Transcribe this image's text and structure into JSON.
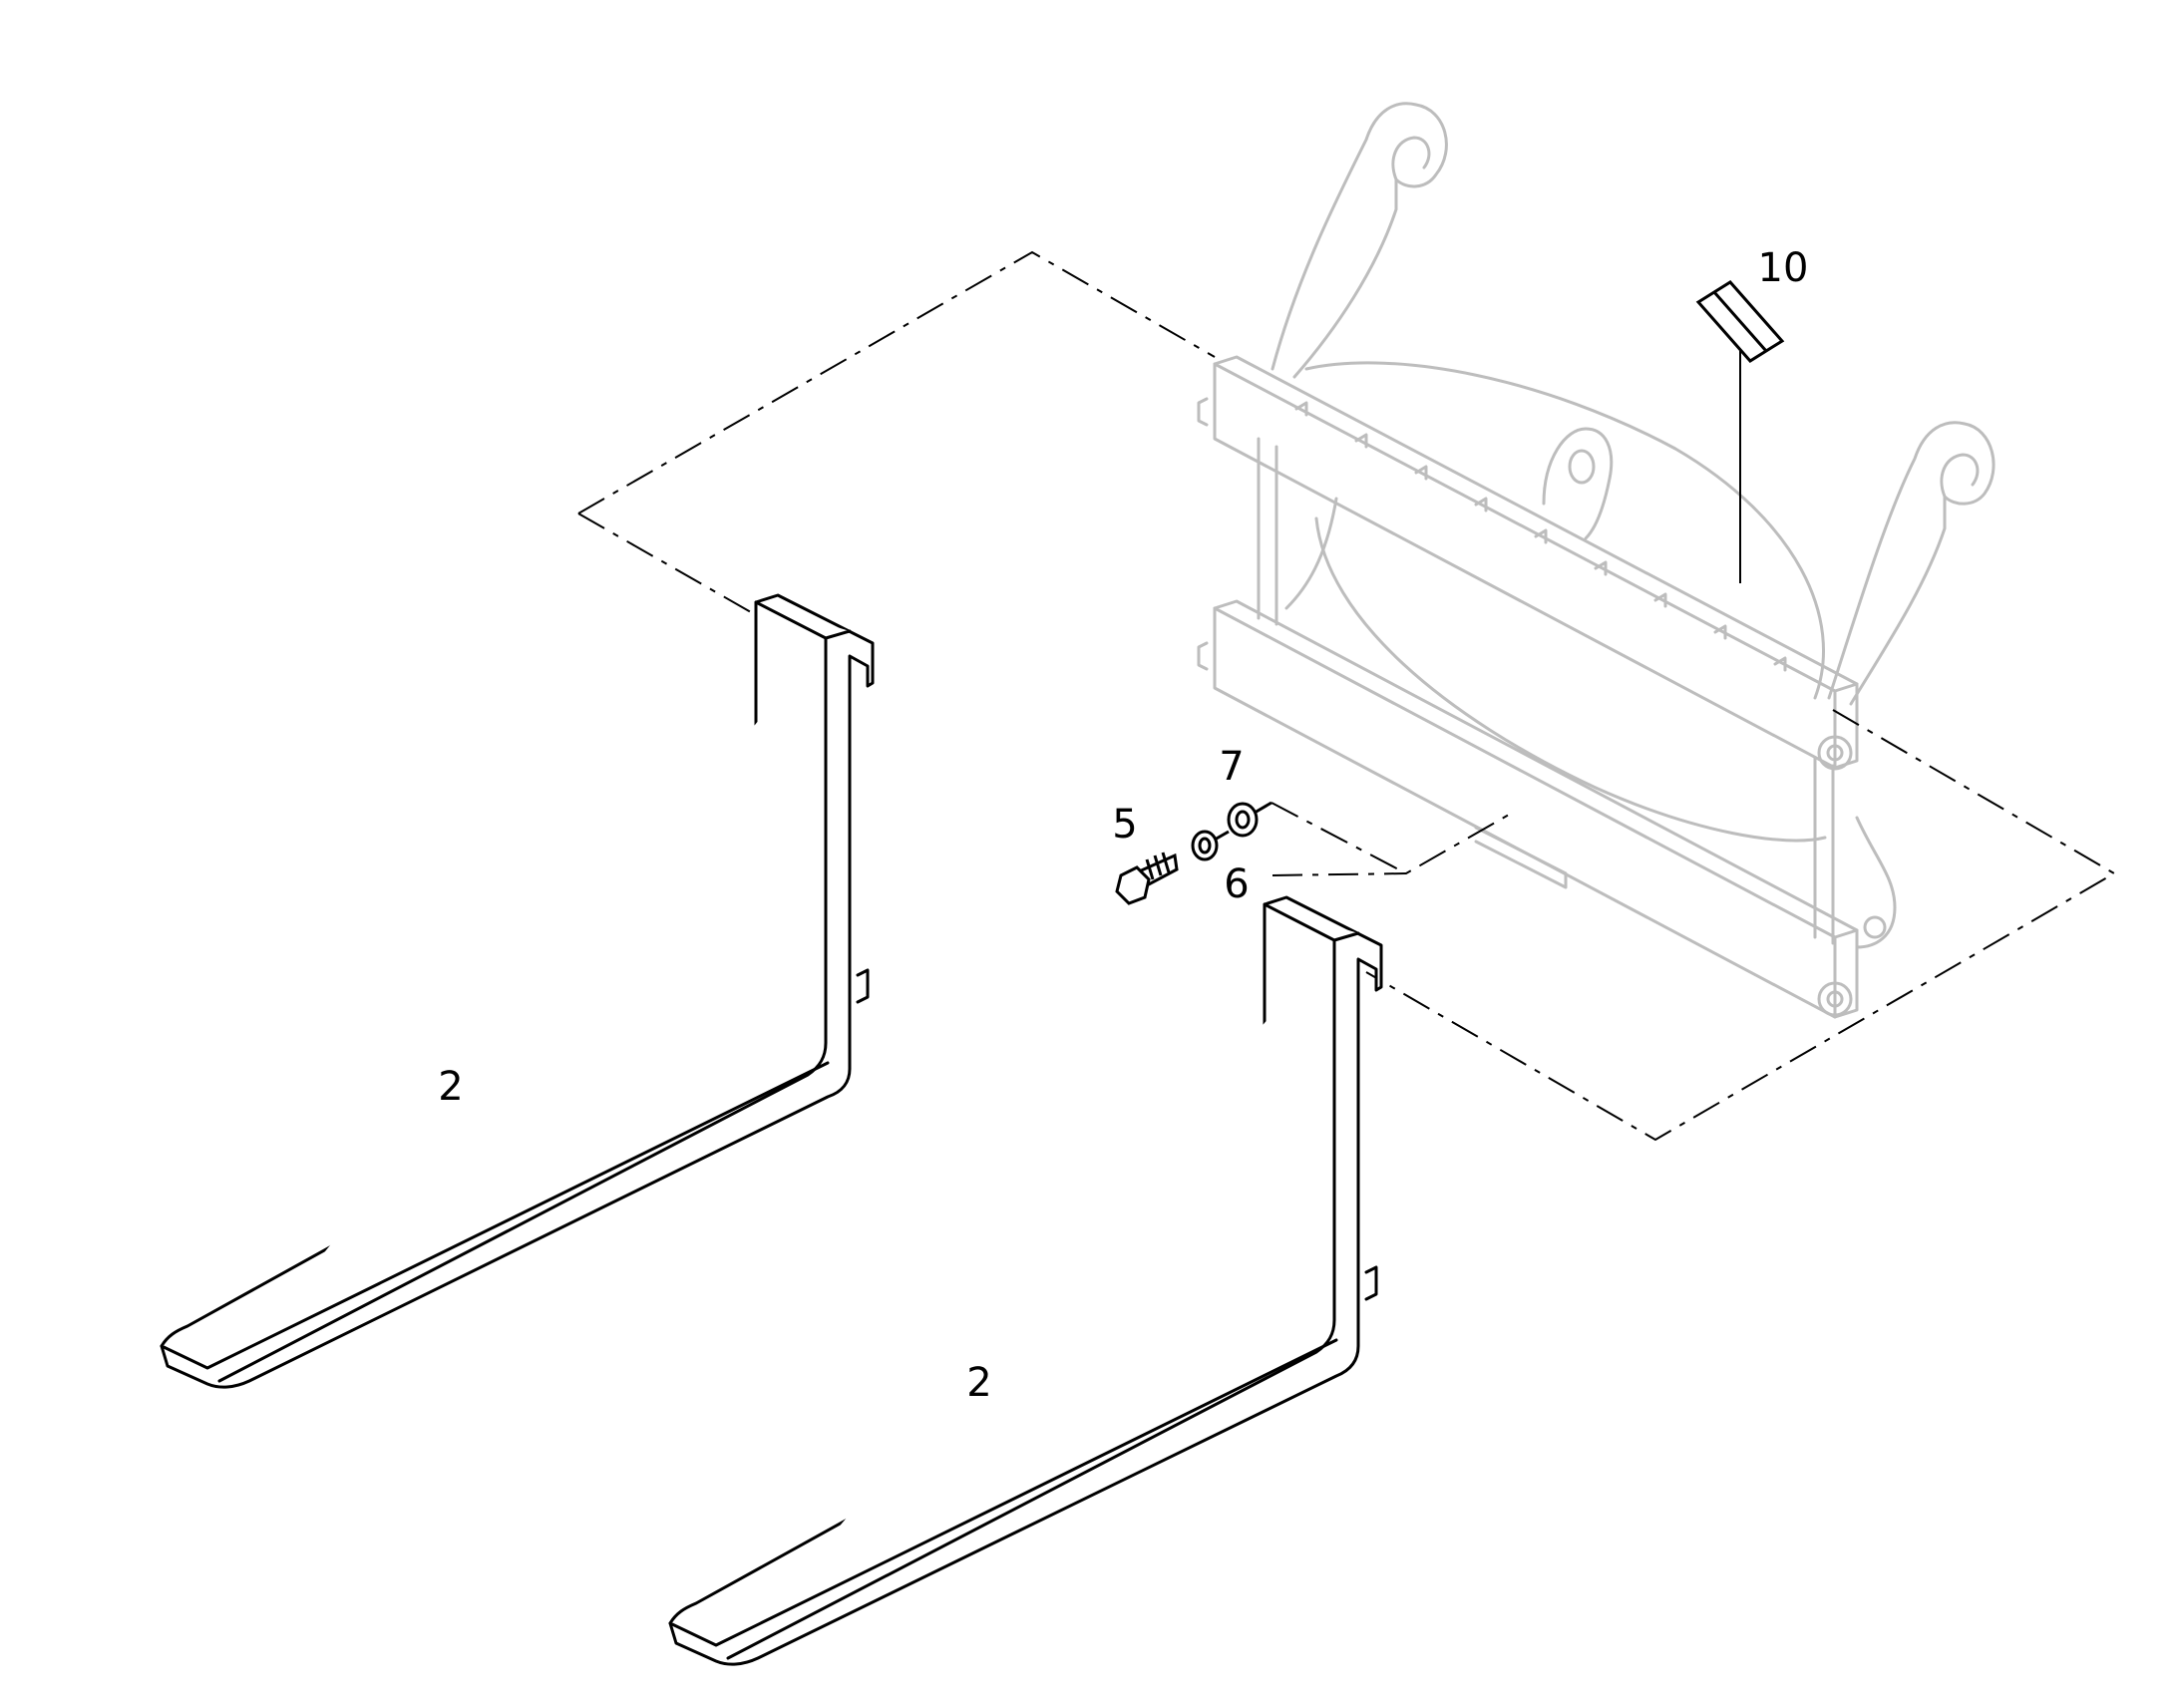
{
  "diagram": {
    "callouts": [
      {
        "id": "fork-left",
        "label": "2"
      },
      {
        "id": "fork-right",
        "label": "2"
      },
      {
        "id": "bolt",
        "label": "5"
      },
      {
        "id": "lock-washer",
        "label": "6"
      },
      {
        "id": "washer",
        "label": "7"
      },
      {
        "id": "decal",
        "label": "10"
      }
    ],
    "colors": {
      "ink": "#000000",
      "ghost": "#bdbdbd",
      "background": "#ffffff"
    }
  }
}
